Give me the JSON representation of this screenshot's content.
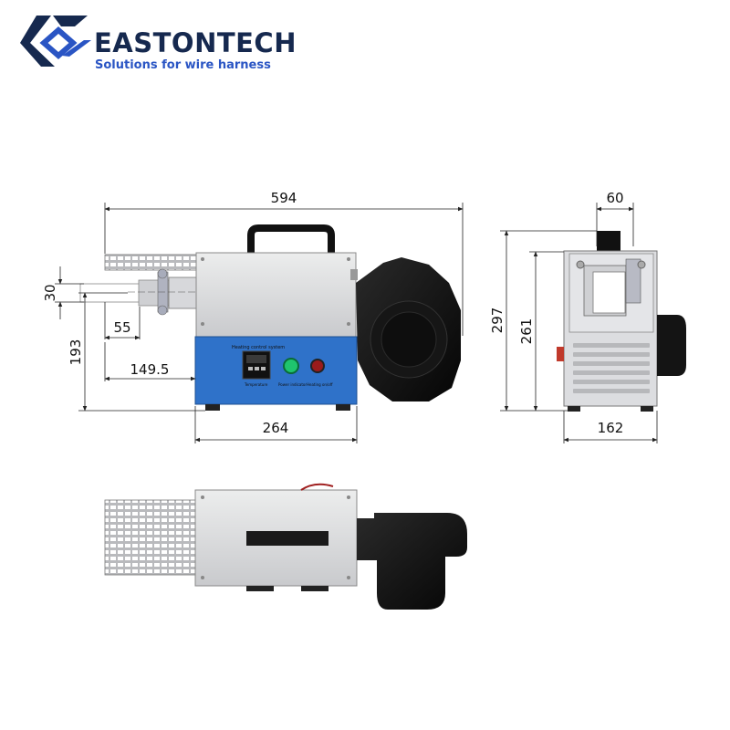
{
  "brand": {
    "name": "EASTONTECH",
    "tagline": "Solutions for wire harness"
  },
  "dimensions": {
    "overall_length": "594",
    "nozzle_height": "30",
    "nozzle_length": "55",
    "axis_height": "193",
    "axis_offset": "149.5",
    "base_length": "264",
    "top_width": "60",
    "overall_height": "297",
    "body_height": "261",
    "base_width": "162"
  },
  "panel": {
    "title": "Heating control system",
    "controller_label": "Temperature",
    "power_label": "Power indicator",
    "heating_label": "Heating on/off"
  },
  "colors": {
    "brand_navy": "#16294f",
    "brand_blue": "#2a55c4",
    "panel_blue": "#2f72c9",
    "housing_grey": "#d9dadd",
    "fan_black": "#141414"
  }
}
